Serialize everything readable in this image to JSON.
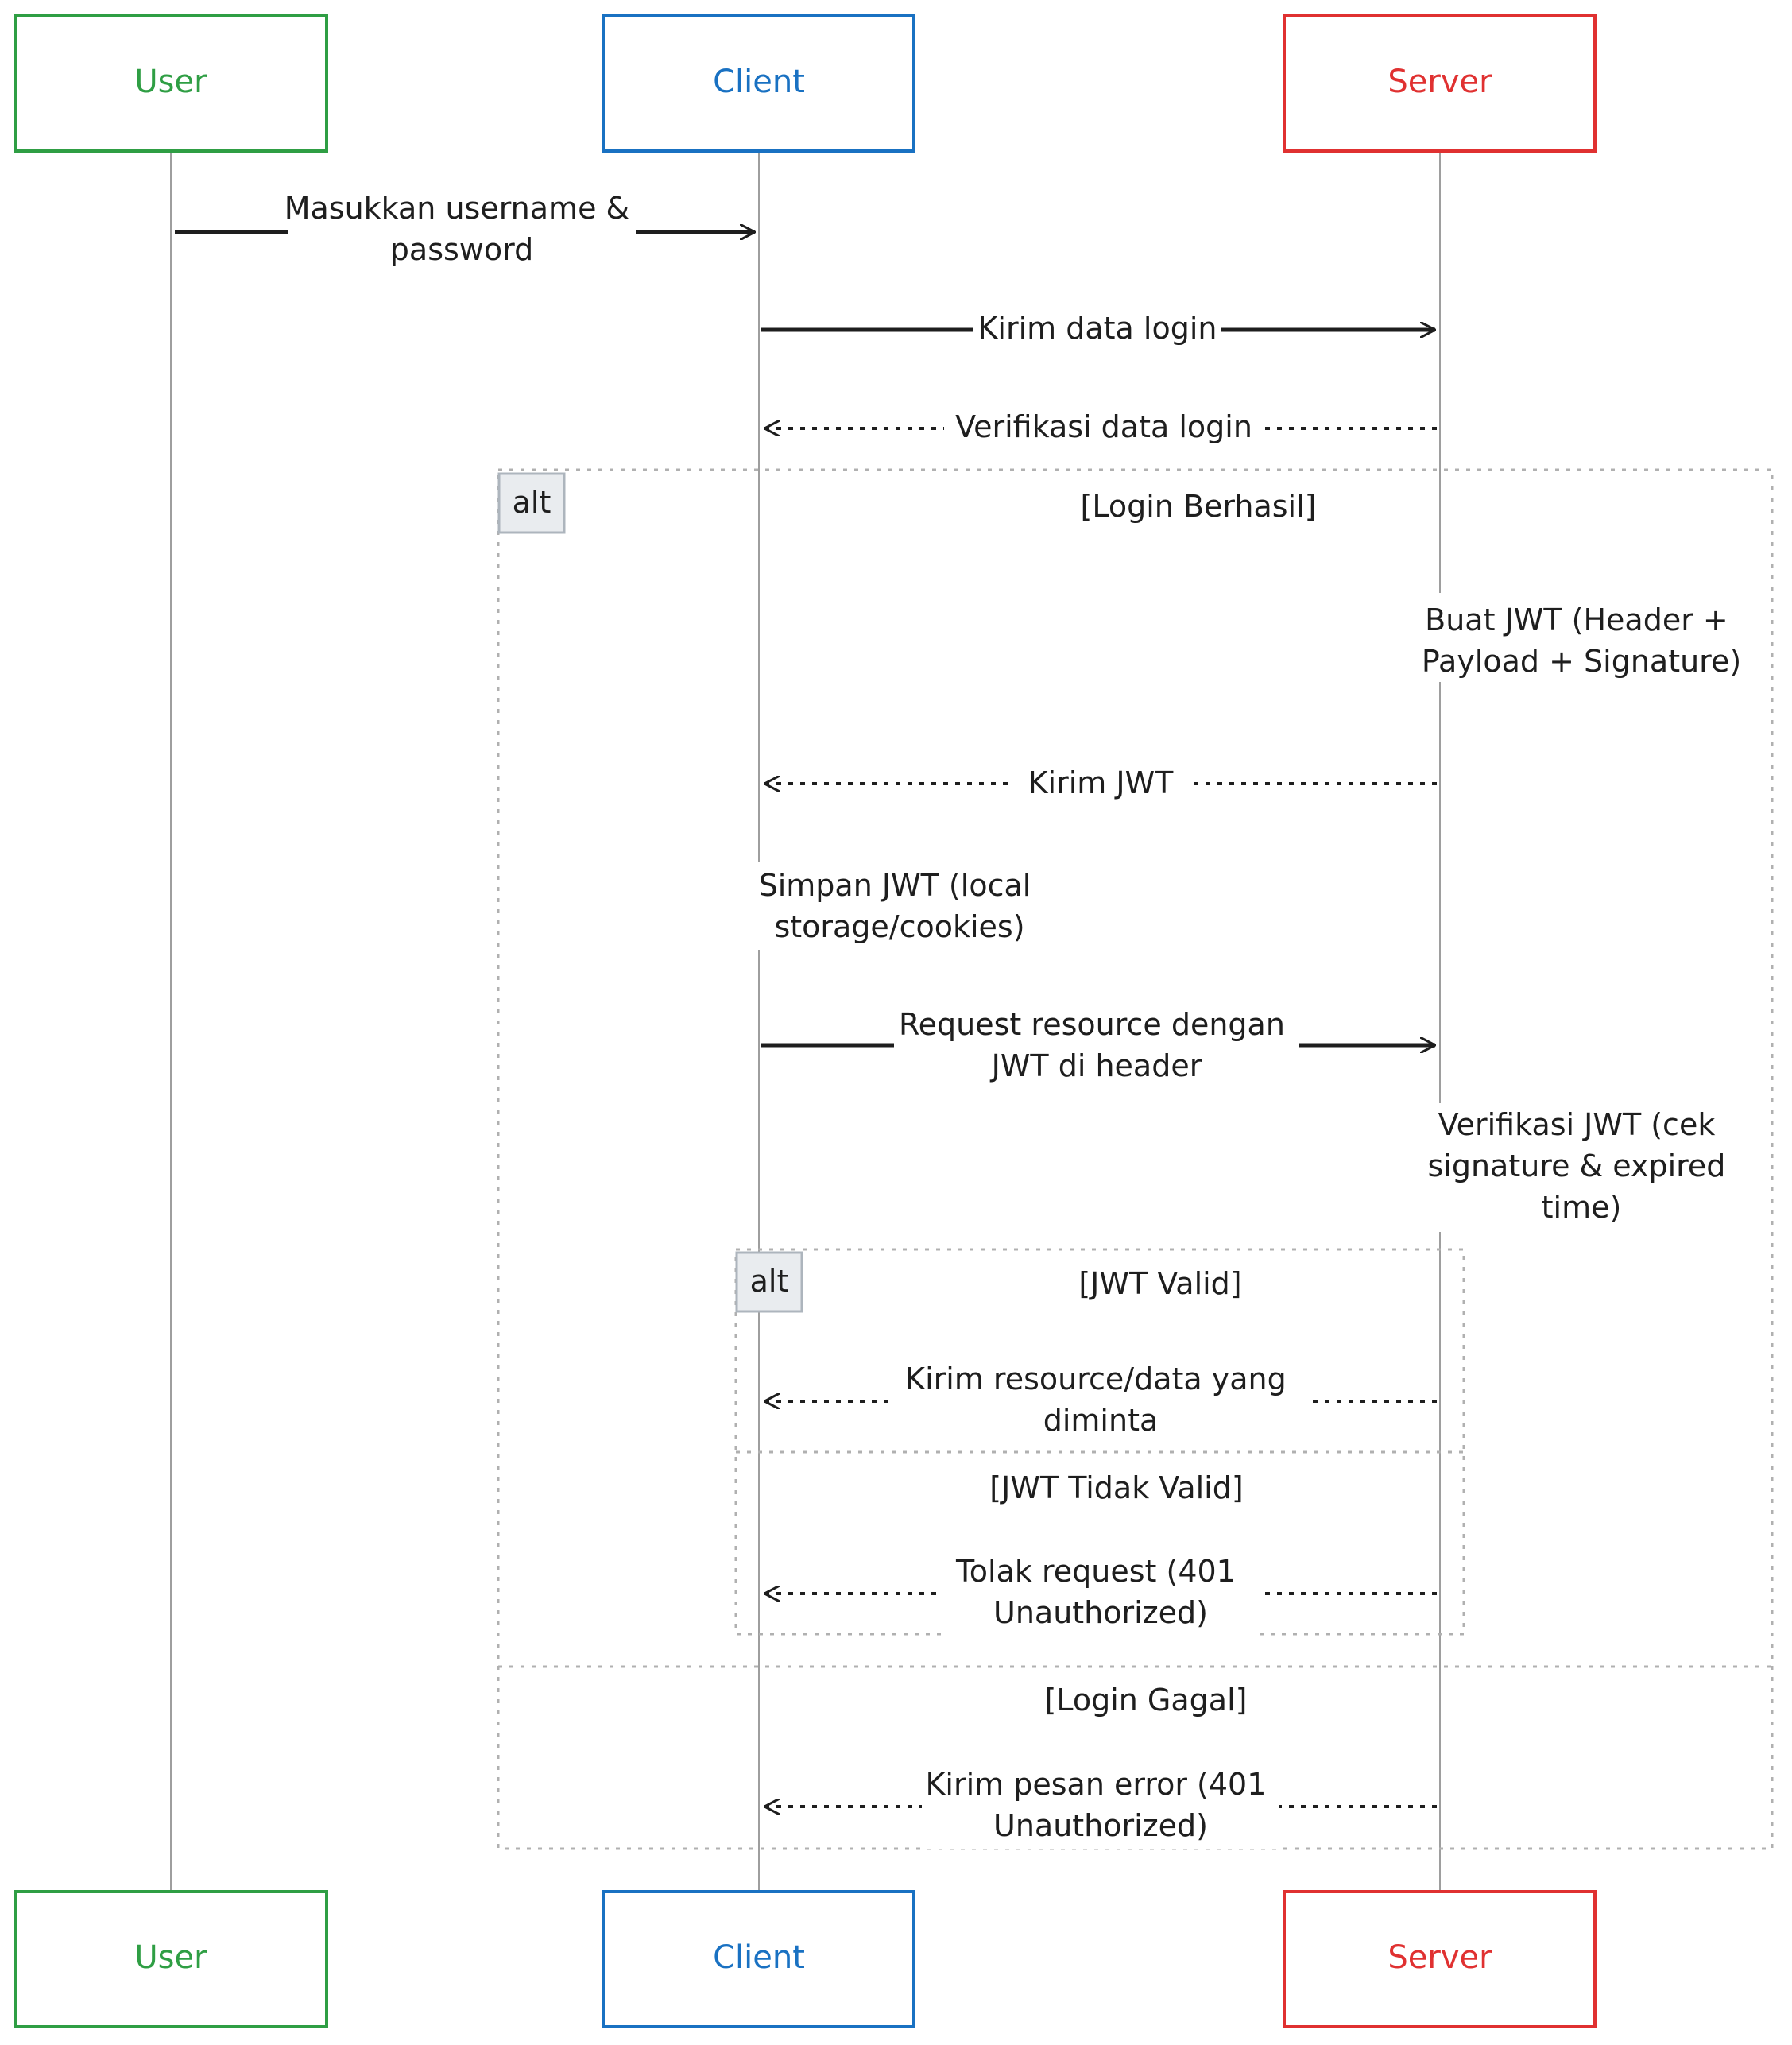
{
  "actors": [
    {
      "label": "User",
      "color": "#2f9e44"
    },
    {
      "label": "Client",
      "color": "#1971c2"
    },
    {
      "label": "Server",
      "color": "#e03131"
    }
  ],
  "messages": [
    {
      "from": "User",
      "to": "Client",
      "style": "solid",
      "lines": [
        "Masukkan username &",
        "password"
      ]
    },
    {
      "from": "Client",
      "to": "Server",
      "style": "solid",
      "lines": [
        "Kirim data login"
      ]
    },
    {
      "from": "Server",
      "to": "Client",
      "style": "dashed",
      "lines": [
        "Verifikasi data login"
      ]
    },
    {
      "from": "Server",
      "to": "Client",
      "style": "dashed",
      "lines": [
        "Kirim JWT"
      ]
    },
    {
      "from": "Client",
      "to": "Server",
      "style": "solid",
      "lines": [
        "Request resource dengan",
        "JWT di header"
      ]
    },
    {
      "from": "Server",
      "to": "Client",
      "style": "dashed",
      "lines": [
        "Kirim resource/data yang",
        "diminta"
      ]
    },
    {
      "from": "Server",
      "to": "Client",
      "style": "dashed",
      "lines": [
        "Tolak request (401",
        "Unauthorized)"
      ]
    },
    {
      "from": "Server",
      "to": "Client",
      "style": "dashed",
      "lines": [
        "Kirim pesan error (401",
        "Unauthorized)"
      ]
    }
  ],
  "notes": [
    {
      "actor": "Server",
      "lines": [
        "Buat JWT (Header +",
        "Payload + Signature)"
      ]
    },
    {
      "actor": "Client",
      "lines": [
        "Simpan JWT (local",
        "storage/cookies)"
      ]
    },
    {
      "actor": "Server",
      "lines": [
        "Verifikasi JWT (cek",
        "signature & expired",
        "time)"
      ]
    }
  ],
  "fragments": [
    {
      "tag": "alt",
      "sections": [
        "[Login Berhasil]",
        "[Login Gagal]"
      ]
    },
    {
      "tag": "alt",
      "sections": [
        "[JWT Valid]",
        "[JWT Tidak Valid]"
      ]
    }
  ]
}
